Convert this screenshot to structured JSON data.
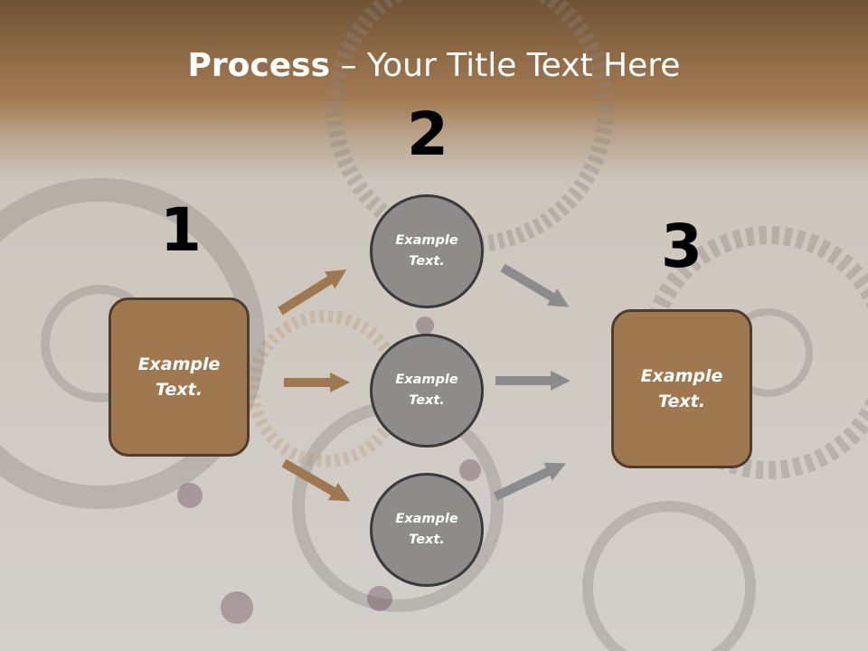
{
  "title": {
    "bold": "Process",
    "rest": " – Your Title Text Here"
  },
  "steps": [
    "1",
    "2",
    "3"
  ],
  "left_box": {
    "line1": "Example",
    "line2": "Text."
  },
  "right_box": {
    "line1": "Example",
    "line2": "Text."
  },
  "circles": [
    {
      "line1": "Example",
      "line2": "Text."
    },
    {
      "line1": "Example",
      "line2": "Text."
    },
    {
      "line1": "Example",
      "line2": "Text."
    }
  ],
  "colors": {
    "header_brown": "#8e6a45",
    "box_fill": "#a07850",
    "circle_fill": "#8e8c8a",
    "brown_arrow": "#a07850",
    "gray_arrow": "#8c8c8c"
  }
}
